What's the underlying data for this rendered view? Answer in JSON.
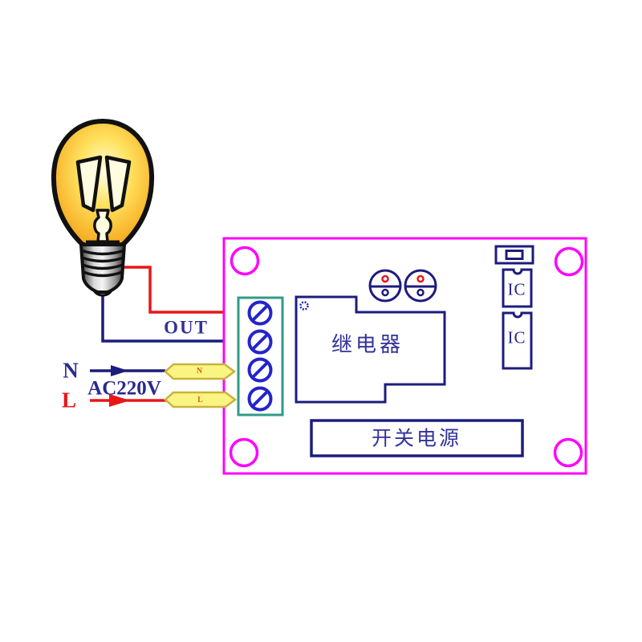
{
  "palette": {
    "board_outline": "#ff00ff",
    "component_navy": "#1c1c7e",
    "screw_blue": "#2424cc",
    "wire_red": "#e81616",
    "terminal_green": "#2f9b88",
    "connector_fill": "#faf483",
    "connector_border": "#c9b23d",
    "connector_text": "#c96a10",
    "label_navy": "#2a2a90",
    "bulb_orange": "#f59d1e"
  },
  "wiring": {
    "out_label": "OUT",
    "neutral_label": "N",
    "live_label": "L",
    "voltage_label": "AC220V"
  },
  "connectors": {
    "neutral_tag": "N",
    "live_tag": "L"
  },
  "board": {
    "relay_label": "继电器",
    "psu_label": "开关电源",
    "ic_top_label": "IC",
    "ic_bottom_label": "IC"
  }
}
